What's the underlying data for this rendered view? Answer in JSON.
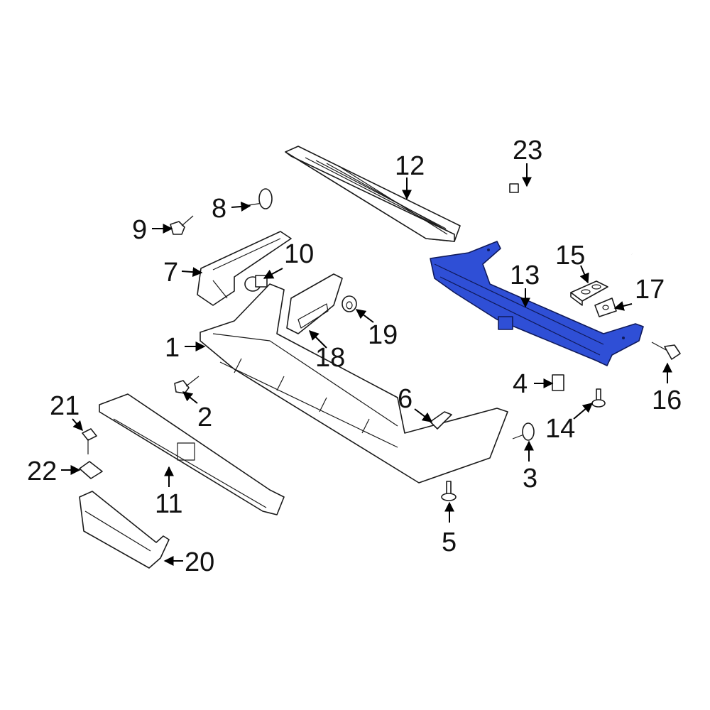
{
  "diagram": {
    "highlight_color": "#2f4fd6",
    "highlighted_part": "13",
    "callouts": [
      {
        "id": "p1",
        "label": "1"
      },
      {
        "id": "p2",
        "label": "2"
      },
      {
        "id": "p3",
        "label": "3"
      },
      {
        "id": "p4",
        "label": "4"
      },
      {
        "id": "p5",
        "label": "5"
      },
      {
        "id": "p6",
        "label": "6"
      },
      {
        "id": "p7",
        "label": "7"
      },
      {
        "id": "p8",
        "label": "8"
      },
      {
        "id": "p9",
        "label": "9"
      },
      {
        "id": "p10",
        "label": "10"
      },
      {
        "id": "p11",
        "label": "11"
      },
      {
        "id": "p12",
        "label": "12"
      },
      {
        "id": "p13",
        "label": "13"
      },
      {
        "id": "p14",
        "label": "14"
      },
      {
        "id": "p15",
        "label": "15"
      },
      {
        "id": "p16",
        "label": "16"
      },
      {
        "id": "p17",
        "label": "17"
      },
      {
        "id": "p18",
        "label": "18"
      },
      {
        "id": "p19",
        "label": "19"
      },
      {
        "id": "p20",
        "label": "20"
      },
      {
        "id": "p21",
        "label": "21"
      },
      {
        "id": "p22",
        "label": "22"
      },
      {
        "id": "p23",
        "label": "23"
      }
    ]
  }
}
